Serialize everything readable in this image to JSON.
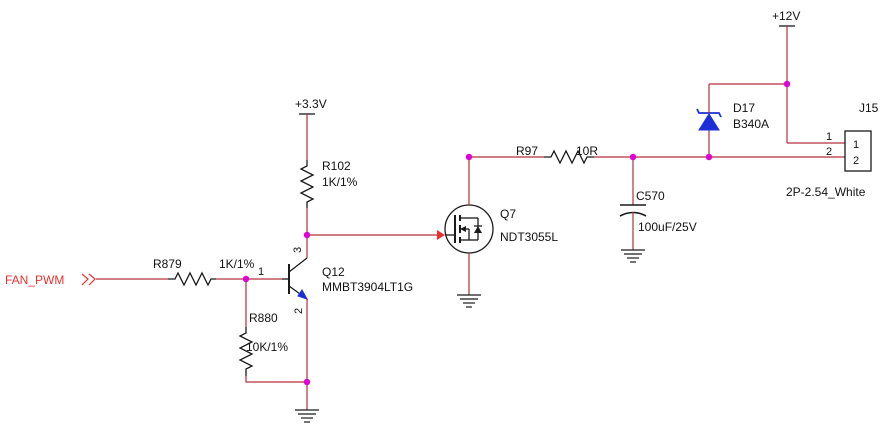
{
  "nets": {
    "fan_pwm": "FAN_PWM",
    "v33": "+3.3V",
    "v12": "+12V"
  },
  "parts": {
    "r879": {
      "ref": "R879",
      "value": "1K/1%"
    },
    "r880": {
      "ref": "R880",
      "value": "10K/1%"
    },
    "r102": {
      "ref": "R102",
      "value": "1K/1%"
    },
    "q12": {
      "ref": "Q12",
      "value": "MMBT3904LT1G",
      "pin_base": "1",
      "pin_collector": "3",
      "pin_emitter": "2"
    },
    "q7": {
      "ref": "Q7",
      "value": "NDT3055L"
    },
    "r97": {
      "ref": "R97",
      "value": "10R"
    },
    "c570": {
      "ref": "C570",
      "value": "100uF/25V"
    },
    "d17": {
      "ref": "D17",
      "value": "B340A"
    },
    "j15": {
      "ref": "J15",
      "value": "2P-2.54_White",
      "pin1": "1",
      "pin2": "2",
      "pin1_outer": "1",
      "pin2_outer": "2"
    }
  },
  "colors": {
    "wire": "#b0303a",
    "junction": "#e200d8",
    "net_label": "#e8322e",
    "transistor_arrow": "#1d2fd6"
  }
}
